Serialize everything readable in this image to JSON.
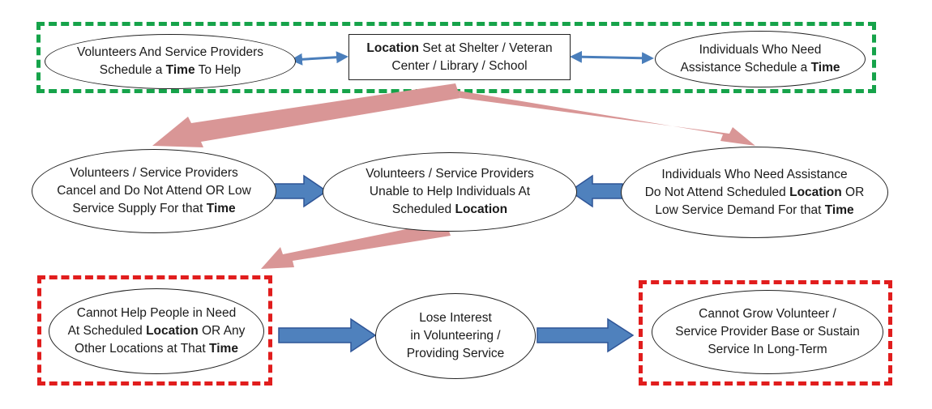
{
  "colors": {
    "top_group_border": "#16a34a",
    "outcome_group_border": "#e11d1d",
    "flow_arrow": "#d99696",
    "push_arrow_fill": "#4f81bd",
    "push_arrow_stroke": "#2f5597",
    "link_arrow": "#4a7ebb",
    "node_border": "#222222"
  },
  "icons": {
    "double_arrow": "double-headed-connector-icon",
    "block_arrow": "block-arrow-right-icon",
    "flow_arrow": "flow-arrow-icon"
  },
  "nodes": {
    "volunteers_schedule": {
      "lines": [
        [
          {
            "t": "Volunteers And Service Providers",
            "b": false
          }
        ],
        [
          {
            "t": "Schedule a ",
            "b": false
          },
          {
            "t": "Time",
            "b": true
          },
          {
            "t": " To Help",
            "b": false
          }
        ]
      ]
    },
    "location_set": {
      "lines": [
        [
          {
            "t": "Location",
            "b": true
          },
          {
            "t": " Set at Shelter / Veteran",
            "b": false
          }
        ],
        [
          {
            "t": "Center / Library / School",
            "b": false
          }
        ]
      ]
    },
    "individuals_schedule": {
      "lines": [
        [
          {
            "t": "Individuals Who Need",
            "b": false
          }
        ],
        [
          {
            "t": "Assistance Schedule a ",
            "b": false
          },
          {
            "t": "Time",
            "b": true
          }
        ]
      ]
    },
    "volunteers_cancel": {
      "lines": [
        [
          {
            "t": "Volunteers / Service Providers",
            "b": false
          }
        ],
        [
          {
            "t": "Cancel and Do Not Attend OR Low",
            "b": false
          }
        ],
        [
          {
            "t": "Service Supply For that ",
            "b": false
          },
          {
            "t": "Time",
            "b": true
          }
        ]
      ]
    },
    "unable_to_help": {
      "lines": [
        [
          {
            "t": "Volunteers / Service Providers",
            "b": false
          }
        ],
        [
          {
            "t": "Unable to Help Individuals At",
            "b": false
          }
        ],
        [
          {
            "t": "Scheduled ",
            "b": false
          },
          {
            "t": "Location",
            "b": true
          }
        ]
      ]
    },
    "individuals_absent": {
      "lines": [
        [
          {
            "t": "Individuals Who Need Assistance",
            "b": false
          }
        ],
        [
          {
            "t": "Do Not Attend Scheduled ",
            "b": false
          },
          {
            "t": "Location",
            "b": true
          },
          {
            "t": " OR",
            "b": false
          }
        ],
        [
          {
            "t": "Low Service Demand For that ",
            "b": false
          },
          {
            "t": "Time",
            "b": true
          }
        ]
      ]
    },
    "cannot_help": {
      "lines": [
        [
          {
            "t": "Cannot Help People in Need",
            "b": false
          }
        ],
        [
          {
            "t": "At Scheduled ",
            "b": false
          },
          {
            "t": "Location",
            "b": true
          },
          {
            "t": " OR Any",
            "b": false
          }
        ],
        [
          {
            "t": "Other Locations at That ",
            "b": false
          },
          {
            "t": "Time",
            "b": true
          }
        ]
      ]
    },
    "lose_interest": {
      "lines": [
        [
          {
            "t": "Lose Interest",
            "b": false
          }
        ],
        [
          {
            "t": "in Volunteering /",
            "b": false
          }
        ],
        [
          {
            "t": "Providing Service",
            "b": false
          }
        ]
      ]
    },
    "cannot_grow": {
      "lines": [
        [
          {
            "t": "Cannot Grow Volunteer /",
            "b": false
          }
        ],
        [
          {
            "t": "Service Provider Base or Sustain",
            "b": false
          }
        ],
        [
          {
            "t": "Service In Long-Term",
            "b": false
          }
        ]
      ]
    }
  }
}
